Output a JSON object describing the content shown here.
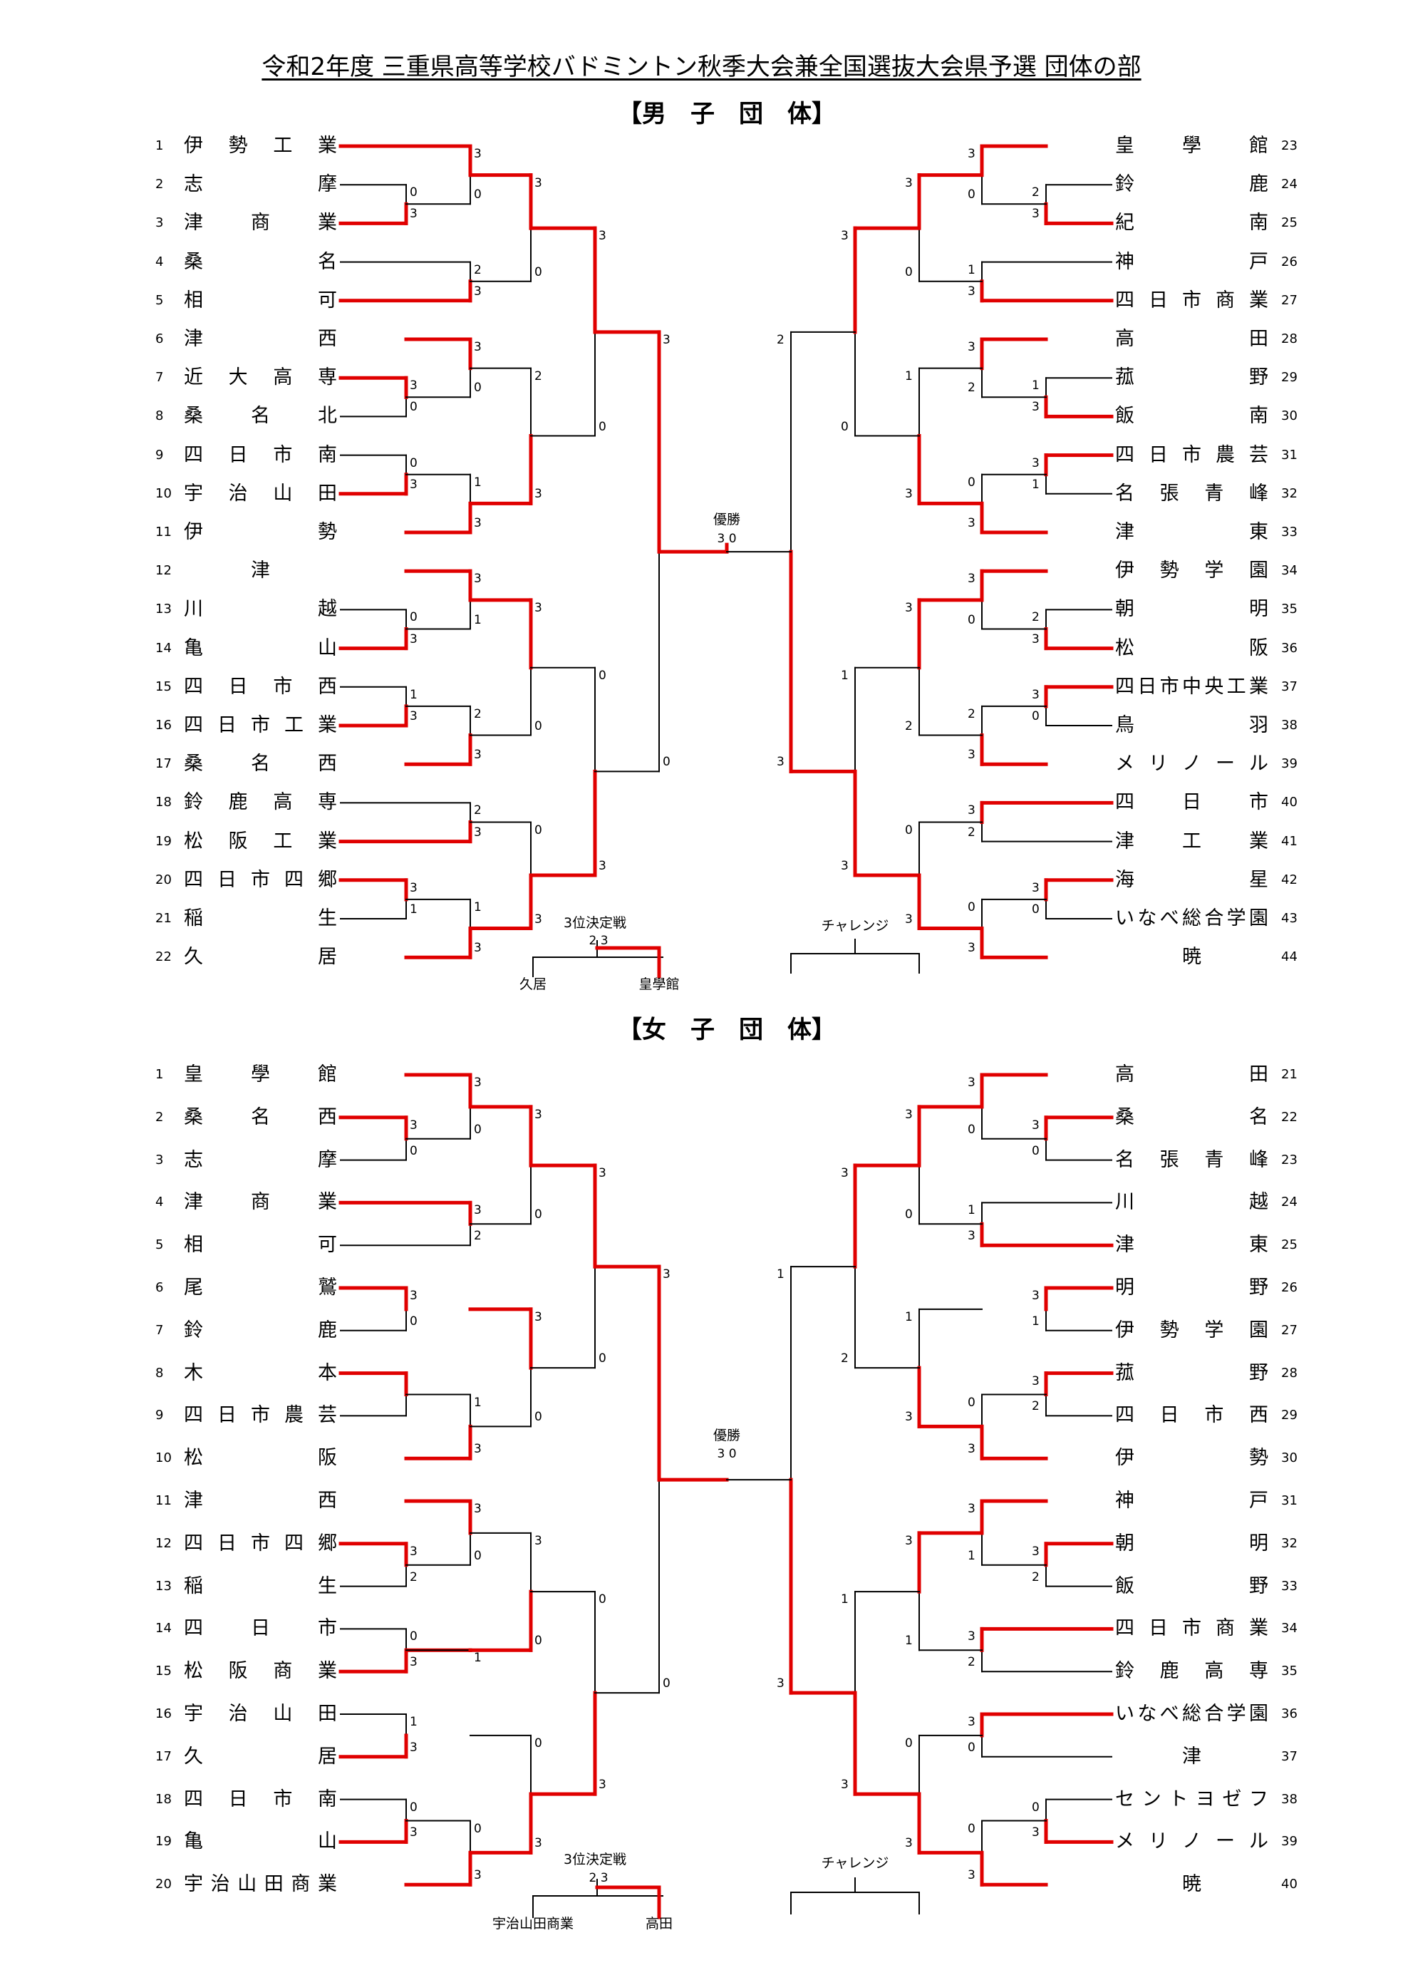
{
  "title": "令和2年度  三重県高等学校バドミントン秋季大会兼全国選抜大会県予選  団体の部",
  "colors": {
    "winner_line": "#e00000",
    "loser_line": "#000000"
  },
  "brackets": [
    {
      "heading": "【男　子　団　体】",
      "left_teams": [
        "伊勢工業",
        "志摩",
        "津商業",
        "桑名",
        "相可",
        "津西",
        "近大高専",
        "桑名北",
        "四日市南",
        "宇治山田",
        "伊勢",
        "津",
        "川越",
        "亀山",
        "四日市西",
        "四日市工業",
        "桑名西",
        "鈴鹿高専",
        "松阪工業",
        "四日市四郷",
        "稲生",
        "久居"
      ],
      "right_teams": [
        "皇學館",
        "鈴鹿",
        "紀南",
        "神戸",
        "四日市商業",
        "高田",
        "菰野",
        "飯南",
        "四日市農芸",
        "名張青峰",
        "津東",
        "伊勢学園",
        "朝明",
        "松阪",
        "四日市中央工業",
        "鳥羽",
        "メリノール",
        "四日市",
        "津工業",
        "海星",
        "いなべ総合学園",
        "暁"
      ],
      "final_label": "優勝",
      "final_score": "3 0",
      "third_place": {
        "label": "3位決定戦",
        "score": "2 3",
        "teams": [
          "久居",
          "皇學館"
        ]
      },
      "challenge_label": "チャレンジ"
    },
    {
      "heading": "【女　子　団　体】",
      "left_teams": [
        "皇學館",
        "桑名西",
        "志摩",
        "津商業",
        "相可",
        "尾鷲",
        "鈴鹿",
        "木本",
        "四日市農芸",
        "松阪",
        "津西",
        "四日市四郷",
        "稲生",
        "四日市",
        "松阪商業",
        "宇治山田",
        "久居",
        "四日市南",
        "亀山",
        "宇治山田商業"
      ],
      "right_teams": [
        "高田",
        "桑名",
        "名張青峰",
        "川越",
        "津東",
        "明野",
        "伊勢学園",
        "菰野",
        "四日市西",
        "伊勢",
        "神戸",
        "朝明",
        "飯野",
        "四日市商業",
        "鈴鹿高専",
        "いなべ総合学園",
        "津",
        "セントヨゼフ",
        "メリノール",
        "暁"
      ],
      "final_label": "優勝",
      "final_score": "3 0",
      "third_place": {
        "label": "3位決定戦",
        "score": "2 3",
        "teams": [
          "宇治山田商業",
          "高田"
        ]
      },
      "challenge_label": "チャレンジ"
    }
  ]
}
